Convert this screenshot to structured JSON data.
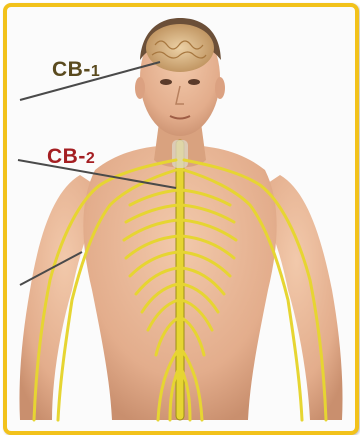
{
  "labels": {
    "cb1": {
      "prefix": "CB-",
      "num": "1",
      "color": "#5a4a1e"
    },
    "cb2": {
      "prefix": "CB-",
      "num": "2",
      "color": "#a41e22"
    }
  },
  "colors": {
    "frame_border": "#f2c21b",
    "skin": "#e7b697",
    "skin_shadow": "#c98f6e",
    "nerve": "#e6d532",
    "nerve_outline": "#9c8d16",
    "brain": "#d8b07e",
    "hair": "#6b4f38"
  },
  "figure": {
    "subject": "human-anatomy-nervous-system"
  }
}
